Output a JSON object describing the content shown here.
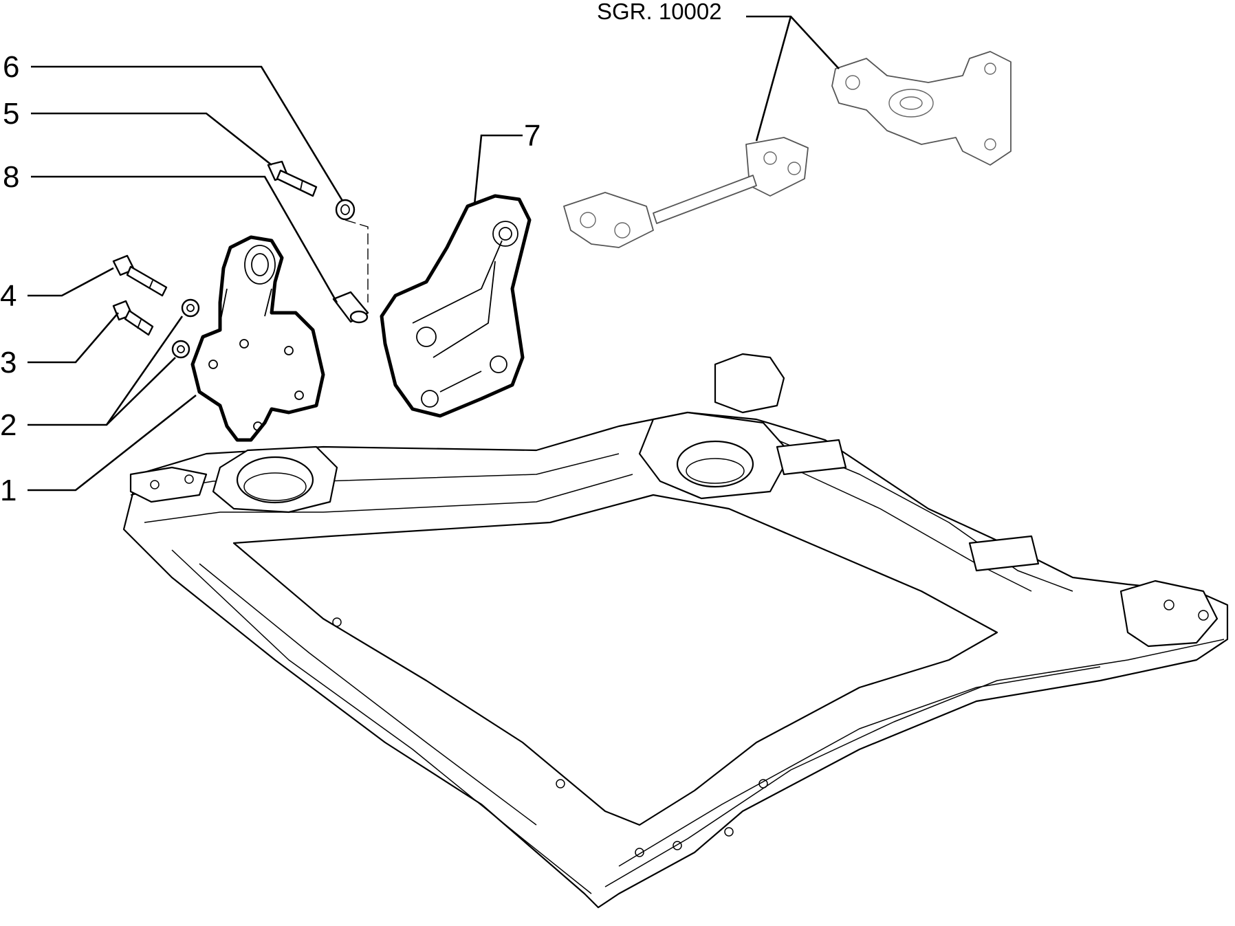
{
  "diagram": {
    "reference_label": "SGR. 10002",
    "callouts": [
      {
        "id": "6",
        "label": "6"
      },
      {
        "id": "5",
        "label": "5"
      },
      {
        "id": "8",
        "label": "8"
      },
      {
        "id": "7",
        "label": "7"
      },
      {
        "id": "4",
        "label": "4"
      },
      {
        "id": "3",
        "label": "3"
      },
      {
        "id": "2",
        "label": "2"
      },
      {
        "id": "1",
        "label": "1"
      }
    ]
  }
}
